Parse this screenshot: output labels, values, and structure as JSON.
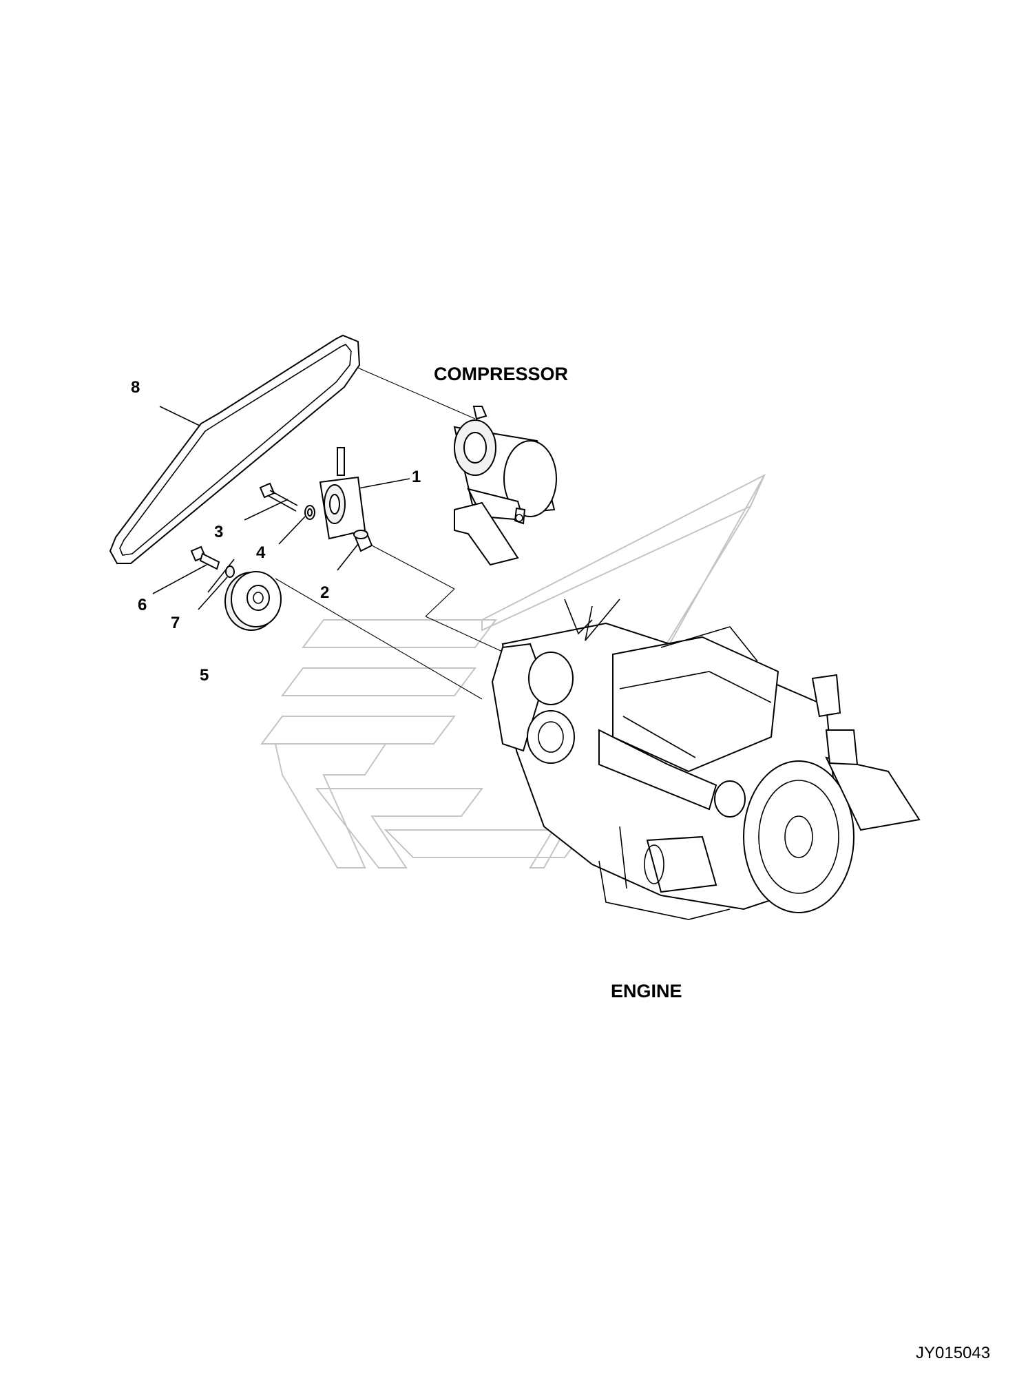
{
  "assemblies": {
    "compressor": "COMPRESSOR",
    "engine": "ENGINE"
  },
  "callouts": {
    "c1": "1",
    "c2": "2",
    "c3": "3",
    "c4": "4",
    "c5": "5",
    "c6": "6",
    "c7": "7",
    "c8": "8"
  },
  "drawing_ref": "JY015043"
}
